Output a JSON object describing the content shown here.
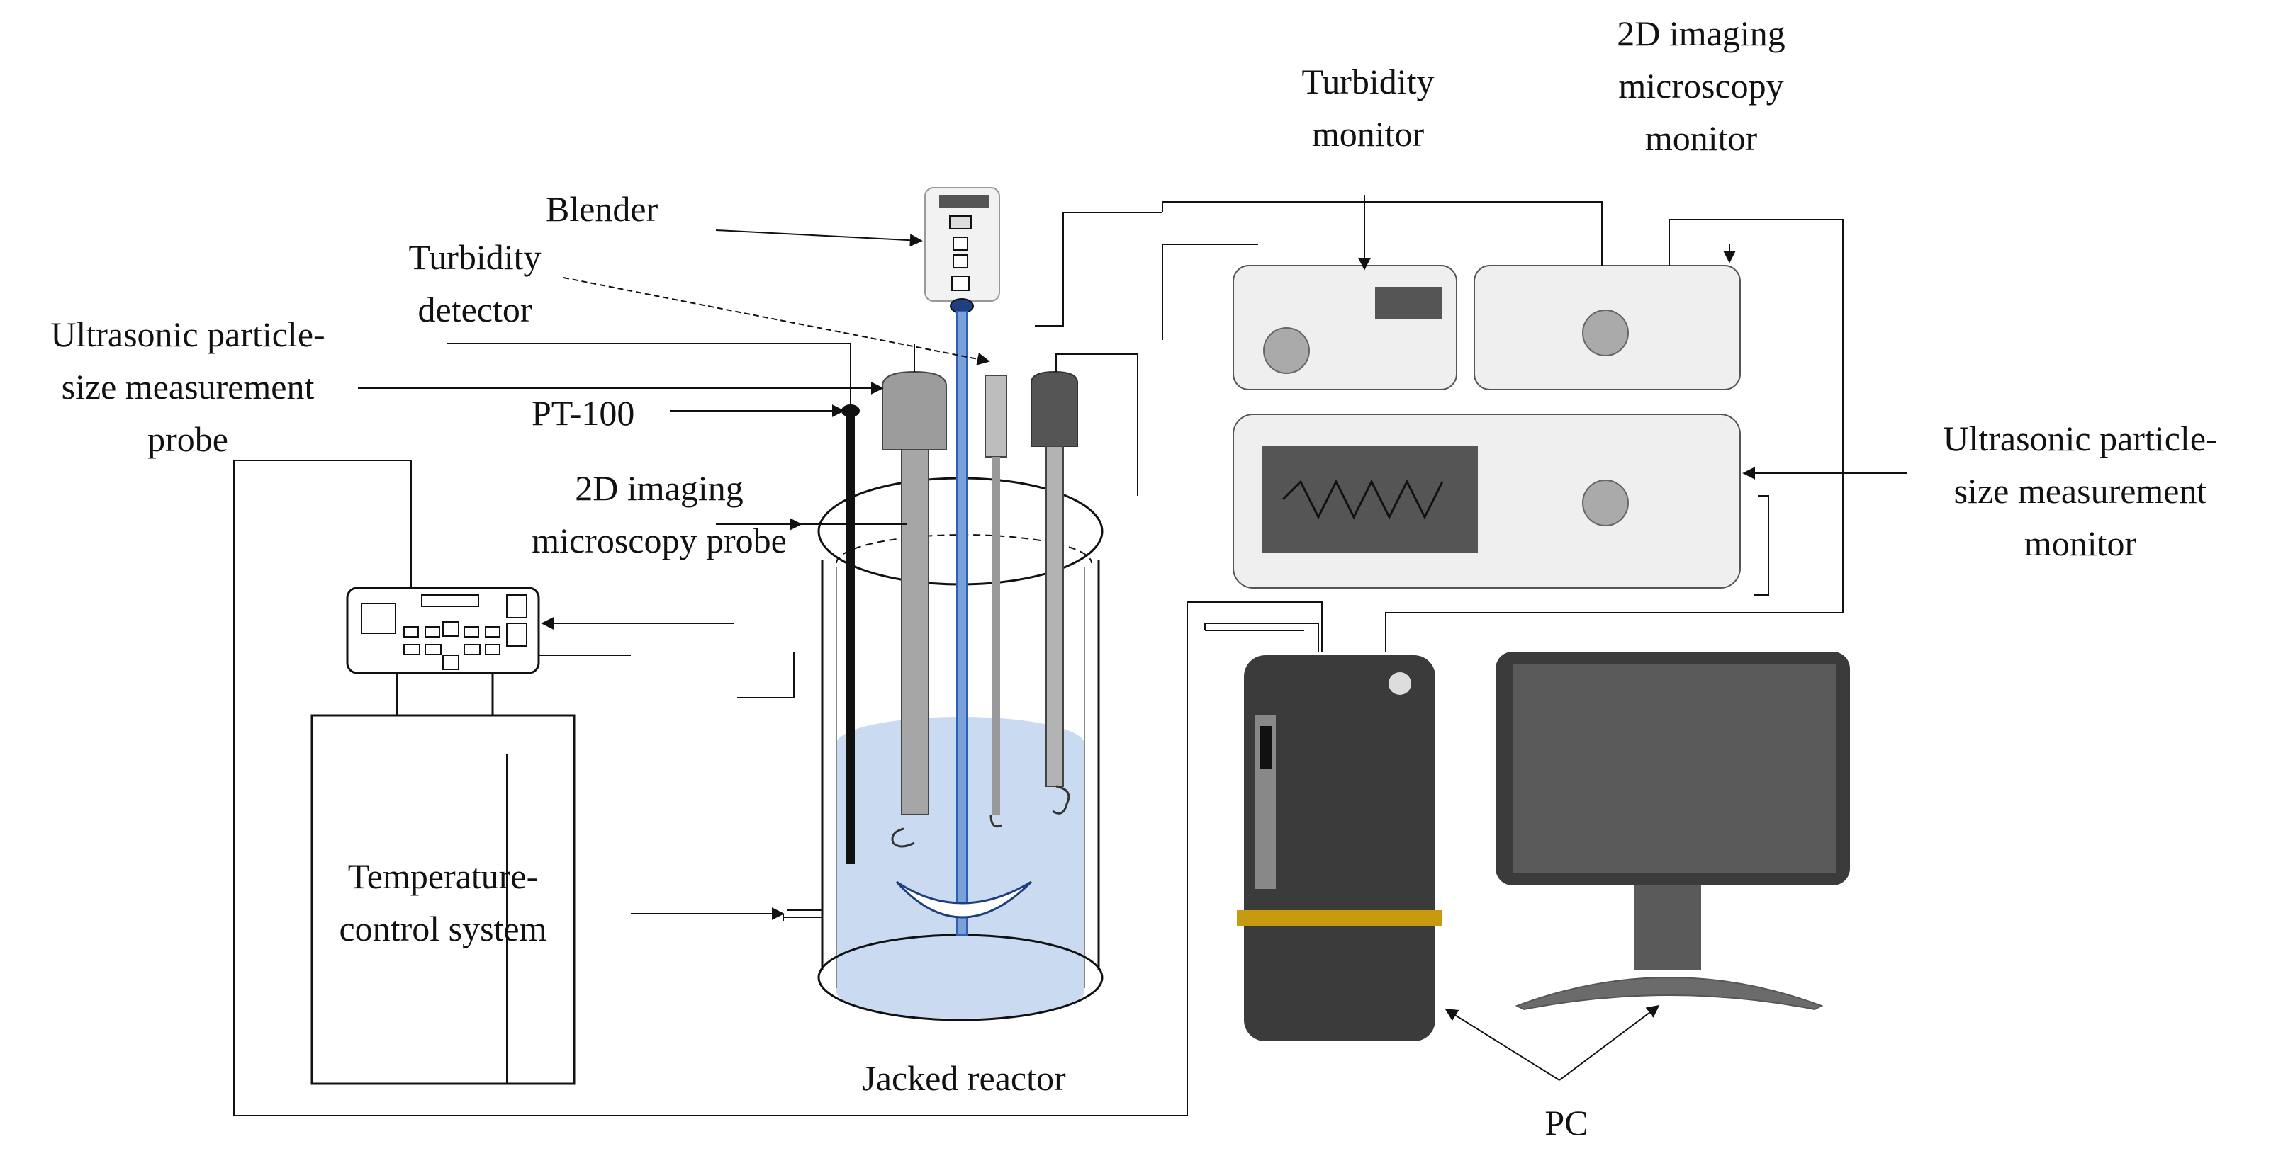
{
  "labels": {
    "blender": [
      "Blender"
    ],
    "turbidity_detector": [
      "Turbidity",
      "detector"
    ],
    "ultrasonic_probe": [
      "Ultrasonic particle-",
      "size measurement",
      "probe"
    ],
    "pt100": [
      "PT-100"
    ],
    "imaging_probe": [
      "2D imaging",
      "microscopy probe"
    ],
    "turbidity_monitor": [
      "Turbidity",
      "monitor"
    ],
    "imaging_monitor": [
      "2D imaging",
      "microscopy",
      "monitor"
    ],
    "ultrasonic_monitor": [
      "Ultrasonic particle-",
      "size measurement",
      "monitor"
    ],
    "temperature_system": [
      "Temperature-",
      "control system"
    ],
    "reactor": [
      "Jacked reactor"
    ],
    "pc": [
      "PC"
    ]
  },
  "colors": {
    "line": "#111111",
    "device_fill": "#efefef",
    "screen_fill": "#555555",
    "knob_fill": "#aaaaaa",
    "pc_body": "#3b3b3b",
    "pc_band": "#c89a10",
    "monitor_screen": "#5a5a5a",
    "liquid": "#c9daf1",
    "stirrer_shaft": "#2c5fb8"
  }
}
